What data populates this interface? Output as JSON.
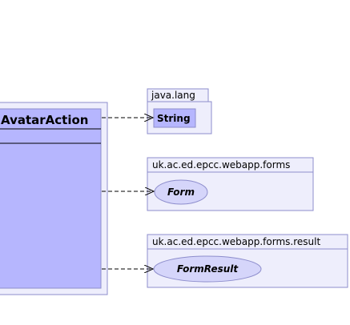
{
  "colors": {
    "class_fill": "#b6b6fe",
    "package_fill": "#eeeefc",
    "border": "#8d8dcc",
    "line": "#000000",
    "text": "#000000"
  },
  "main_class": {
    "name": "AvatarAction"
  },
  "packages": [
    {
      "name": "java.lang",
      "member": "String",
      "member_kind": "class"
    },
    {
      "name": "uk.ac.ed.epcc.webapp.forms",
      "member": "Form",
      "member_kind": "interface"
    },
    {
      "name": "uk.ac.ed.epcc.webapp.forms.result",
      "member": "FormResult",
      "member_kind": "interface"
    }
  ]
}
